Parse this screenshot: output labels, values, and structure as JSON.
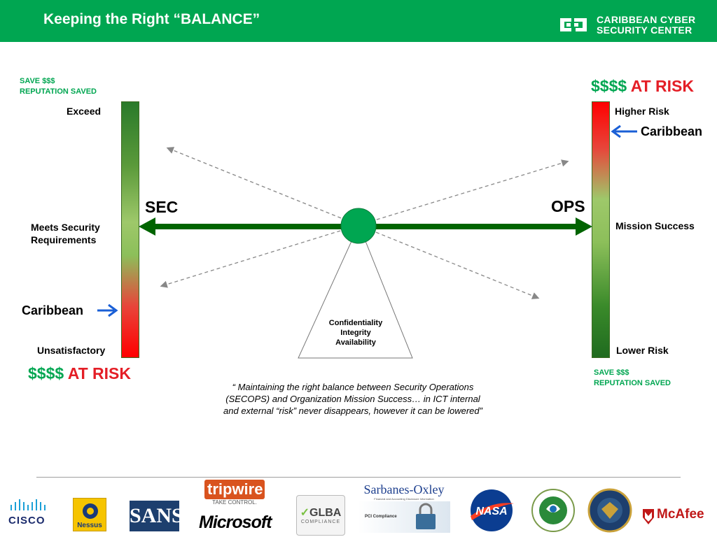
{
  "header": {
    "title": "Keeping the Right “BALANCE”",
    "brand_line1": "CARIBBEAN CYBER",
    "brand_line2": "SECURITY CENTER",
    "color": "#00a651"
  },
  "left_scale": {
    "note_line1": "SAVE $$$",
    "note_line2": "REPUTATION SAVED",
    "top_label": "Exceed",
    "mid_label_line1": "Meets Security",
    "mid_label_line2": "Requirements",
    "bottom_label": "Unsatisfactory",
    "marker_label": "Caribbean",
    "risk_money": "$$$$",
    "risk_text": "AT RISK"
  },
  "right_scale": {
    "risk_money": "$$$$",
    "risk_text": "AT RISK",
    "top_label": "Higher Risk",
    "marker_label": "Caribbean",
    "mid_label": "Mission Success",
    "bottom_label": "Lower Risk",
    "note_line1": "SAVE $$$",
    "note_line2": "REPUTATION SAVED"
  },
  "balance": {
    "left_label": "SEC",
    "right_label": "OPS",
    "cia_line1": "Confidentiality",
    "cia_line2": "Integrity",
    "cia_line3": "Availability"
  },
  "quote": {
    "text": "“ Maintaining the right balance between Security Operations (SECOPS) and Organization Mission Success… in ICT internal and external “risk” never disappears, however it can be lowered”"
  },
  "logos": {
    "cisco": "CISCO",
    "nessus": "Nessus",
    "sans": "SANS",
    "tripwire": "tripwire",
    "tripwire_tag": "TAKE CONTROL.",
    "microsoft": "Microsoft",
    "glba": "GLBA",
    "glba_sub": "COMPLIANCE",
    "sox": "Sarbanes-Oxley",
    "sox_sub": "Financial and Accounting Disclosure Information",
    "pci": "PCI Compliance",
    "nasa": "NASA",
    "mcafee": "McAfee"
  },
  "colors": {
    "green": "#00a651",
    "red": "#e41e26",
    "arrow_green": "#006400",
    "marker_blue": "#1a5fd6"
  }
}
